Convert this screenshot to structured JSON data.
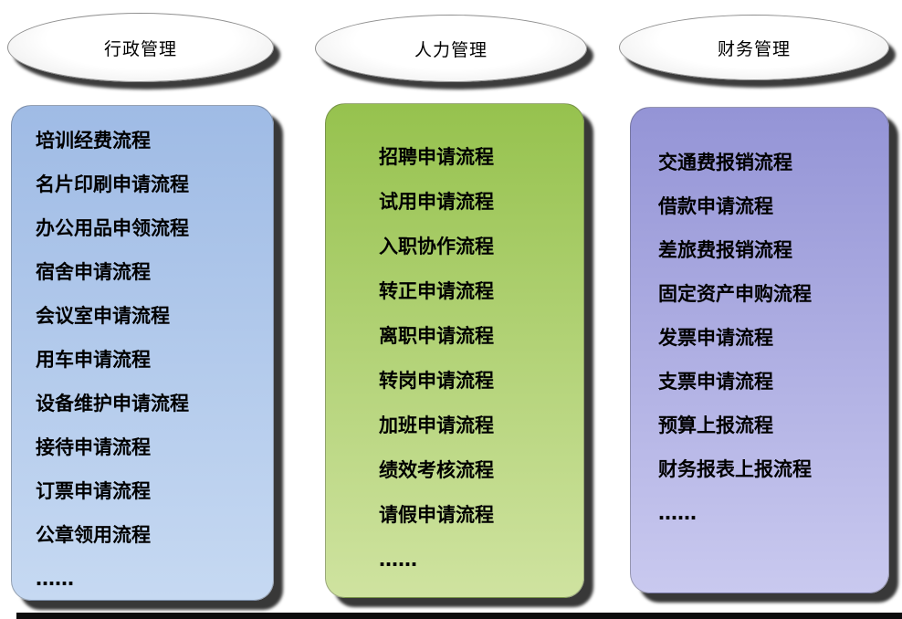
{
  "diagram": {
    "shadow_color": "#383838",
    "columns": [
      {
        "title": "行政管理",
        "panel_gradient_top": "#9fbbe5",
        "panel_gradient_bottom": "#c6d9f2",
        "items": [
          "培训经费流程",
          "名片印刷申请流程",
          "办公用品申领流程",
          "宿舍申请流程",
          "会议室申请流程",
          "用车申请流程",
          "设备维护申请流程",
          "接待申请流程",
          "订票申请流程",
          "公章领用流程",
          "……"
        ]
      },
      {
        "title": "人力管理",
        "panel_gradient_top": "#96c24e",
        "panel_gradient_bottom": "#cfe3a0",
        "items": [
          "招聘申请流程",
          "试用申请流程",
          "入职协作流程",
          "转正申请流程",
          "离职申请流程",
          "转岗申请流程",
          "加班申请流程",
          "绩效考核流程",
          "请假申请流程",
          "……"
        ]
      },
      {
        "title": "财务管理",
        "panel_gradient_top": "#9494d6",
        "panel_gradient_bottom": "#c9c9ef",
        "items": [
          "交通费报销流程",
          "借款申请流程",
          "差旅费报销流程",
          "固定资产申购流程",
          "发票申请流程",
          "支票申请流程",
          "预算上报流程",
          "财务报表上报流程",
          "……"
        ]
      }
    ]
  }
}
